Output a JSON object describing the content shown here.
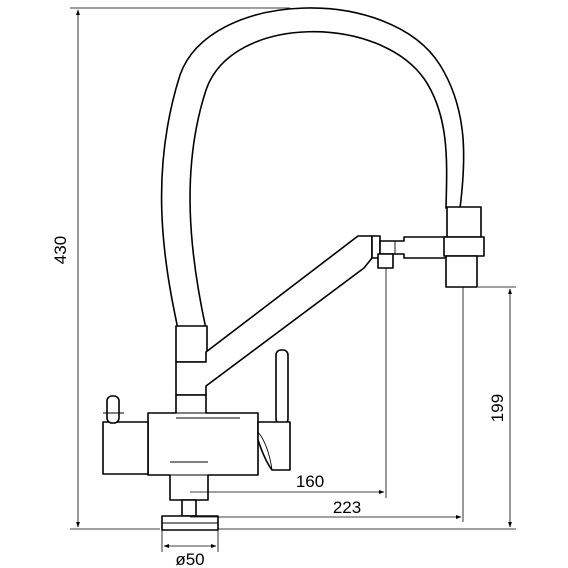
{
  "dimensions": {
    "height_total": "430",
    "height_outlet": "199",
    "reach_inner": "160",
    "reach_outer": "223",
    "base_diameter": "ø50"
  }
}
